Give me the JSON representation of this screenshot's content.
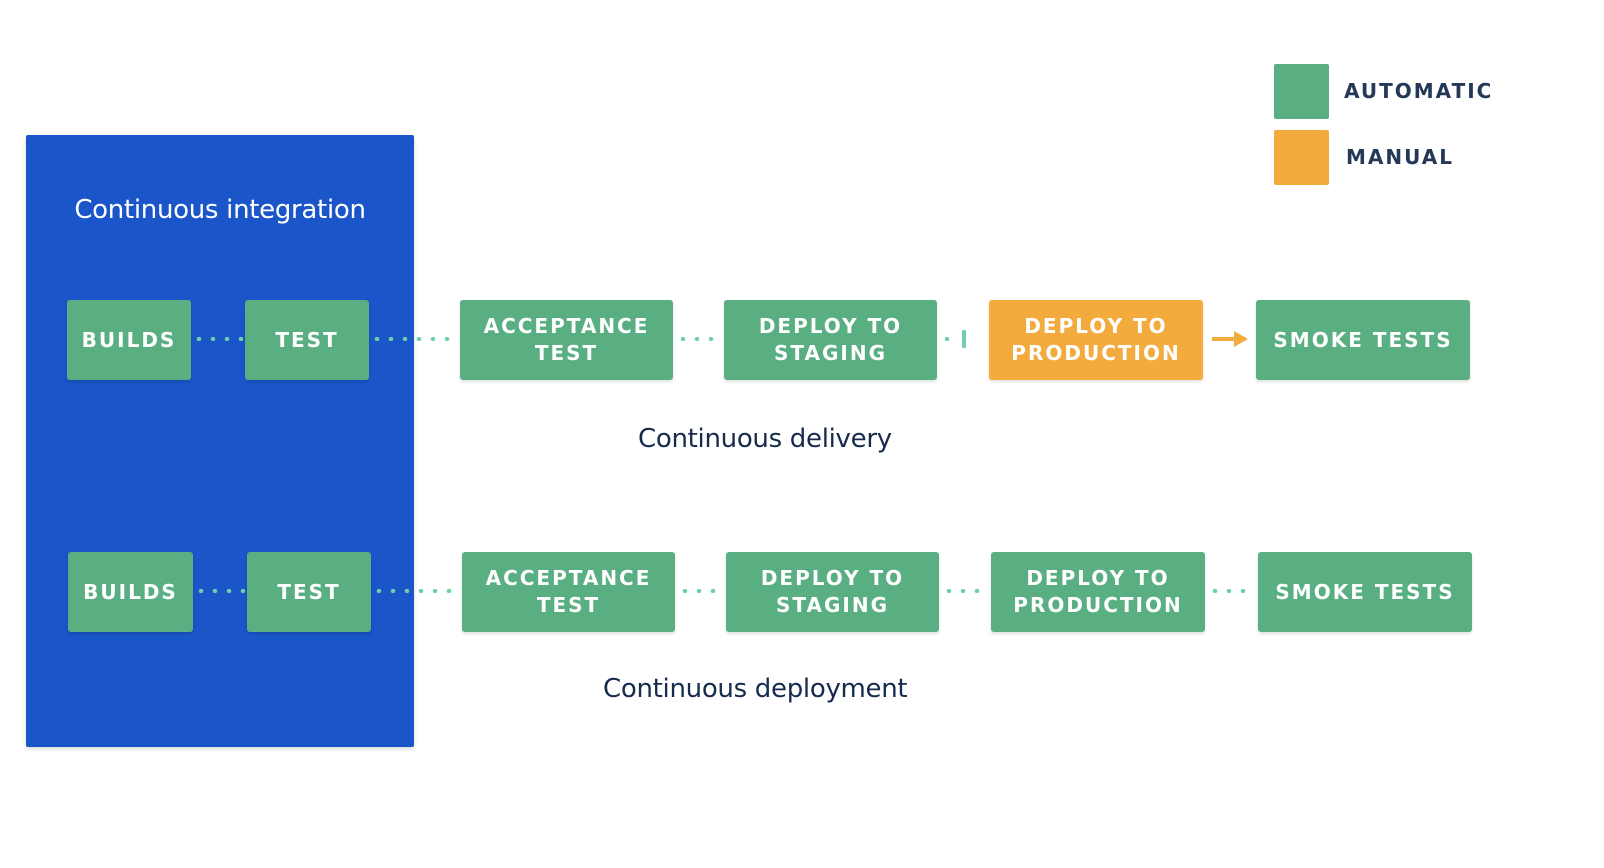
{
  "legend": {
    "automatic_label": "AUTOMATIC",
    "manual_label": "MANUAL",
    "automatic_color": "#5aaf82",
    "manual_color": "#f3ab3e"
  },
  "ci": {
    "title": "Continuous integration",
    "panel_color": "#1a55c9"
  },
  "delivery": {
    "caption": "Continuous delivery",
    "steps": [
      {
        "label": "BUILDS",
        "type": "automatic"
      },
      {
        "label": "TEST",
        "type": "automatic"
      },
      {
        "label": "ACCEPTANCE\nTEST",
        "type": "automatic"
      },
      {
        "label": "DEPLOY TO\nSTAGING",
        "type": "automatic"
      },
      {
        "label": "DEPLOY TO\nPRODUCTION",
        "type": "manual"
      },
      {
        "label": "SMOKE TESTS",
        "type": "automatic"
      }
    ]
  },
  "deployment": {
    "caption": "Continuous deployment",
    "steps": [
      {
        "label": "BUILDS",
        "type": "automatic"
      },
      {
        "label": "TEST",
        "type": "automatic"
      },
      {
        "label": "ACCEPTANCE\nTEST",
        "type": "automatic"
      },
      {
        "label": "DEPLOY TO\nSTAGING",
        "type": "automatic"
      },
      {
        "label": "DEPLOY TO\nPRODUCTION",
        "type": "automatic"
      },
      {
        "label": "SMOKE TESTS",
        "type": "automatic"
      }
    ]
  }
}
